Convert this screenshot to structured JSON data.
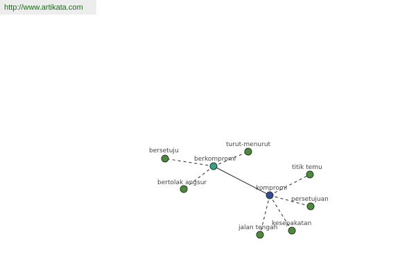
{
  "header": {
    "source_url": "http://www.artikata.com"
  },
  "colors": {
    "main_node": "#3a4a9a",
    "hub_node": "#3aa08a",
    "leaf_node": "#4f8a3c",
    "link_text": "#1a6b1a"
  },
  "graph": {
    "nodes": [
      {
        "id": "kompromi",
        "label": "kompromi",
        "kind": "main"
      },
      {
        "id": "berkompromi",
        "label": "berkompromi",
        "kind": "hub"
      },
      {
        "id": "bersetuju",
        "label": "bersetuju",
        "kind": "leaf"
      },
      {
        "id": "turut-menurut",
        "label": "turut-menurut",
        "kind": "leaf"
      },
      {
        "id": "bertolak-angsur",
        "label": "bertolak angsur",
        "kind": "leaf"
      },
      {
        "id": "titik-temu",
        "label": "titik temu",
        "kind": "leaf"
      },
      {
        "id": "persetujuan",
        "label": "persetujuan",
        "kind": "leaf"
      },
      {
        "id": "kesepakatan",
        "label": "kesepakatan",
        "kind": "leaf"
      },
      {
        "id": "jalan-tengah",
        "label": "jalan tengah",
        "kind": "leaf"
      }
    ],
    "edges": [
      {
        "from": "kompromi",
        "to": "berkompromi",
        "style": "solid"
      },
      {
        "from": "berkompromi",
        "to": "bersetuju",
        "style": "dashed"
      },
      {
        "from": "berkompromi",
        "to": "turut-menurut",
        "style": "dashed"
      },
      {
        "from": "berkompromi",
        "to": "bertolak-angsur",
        "style": "dashed"
      },
      {
        "from": "kompromi",
        "to": "titik-temu",
        "style": "dashed"
      },
      {
        "from": "kompromi",
        "to": "persetujuan",
        "style": "dashed"
      },
      {
        "from": "kompromi",
        "to": "kesepakatan",
        "style": "dashed"
      },
      {
        "from": "kompromi",
        "to": "jalan-tengah",
        "style": "dashed"
      }
    ]
  }
}
